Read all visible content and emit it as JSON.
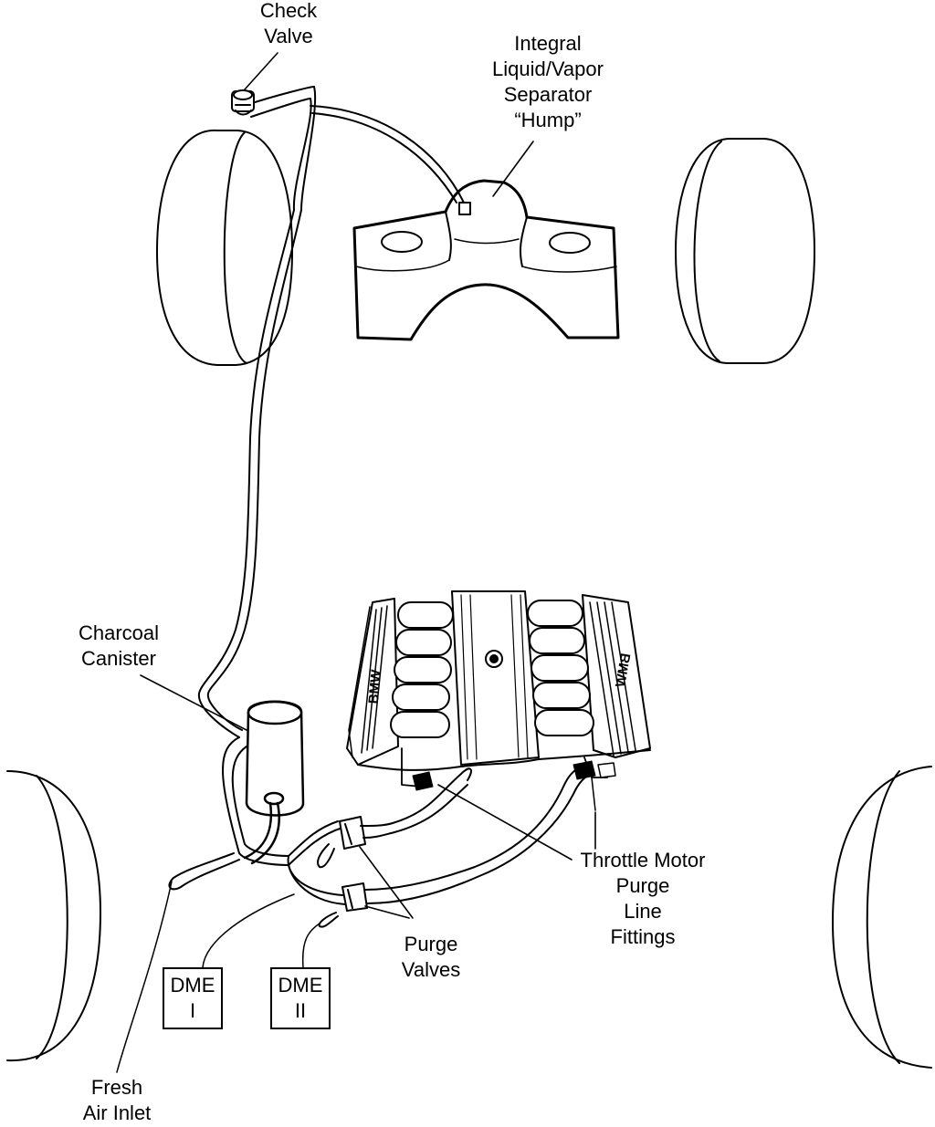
{
  "labels": {
    "check_valve": [
      "Check",
      "Valve"
    ],
    "separator": [
      "Integral",
      "Liquid/Vapor",
      "Separator",
      "“Hump”"
    ],
    "charcoal_canister": [
      "Charcoal",
      "Canister"
    ],
    "throttle_motor": [
      "Throttle Motor",
      "Purge",
      "Line",
      "Fittings"
    ],
    "purge_valves": [
      "Purge",
      "Valves"
    ],
    "fresh_air": [
      "Fresh",
      "Air Inlet"
    ]
  },
  "dme_boxes": [
    {
      "line1": "DME",
      "line2": "I"
    },
    {
      "line1": "DME",
      "line2": "II"
    }
  ],
  "engine_logo": {
    "left": "BMW",
    "right": "BMW"
  },
  "colors": {
    "ink": "#000000",
    "paper": "#ffffff"
  }
}
